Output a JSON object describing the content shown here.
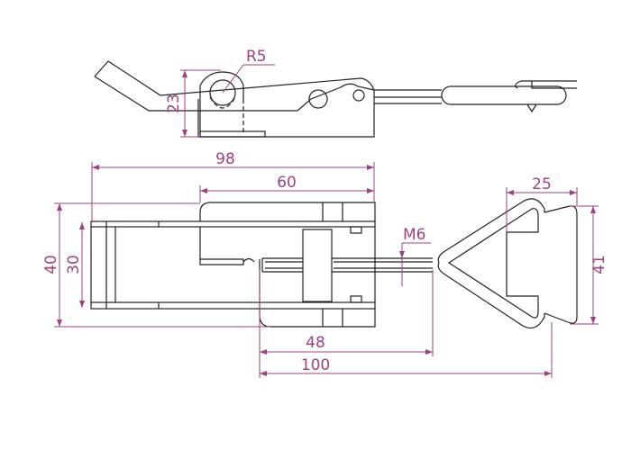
{
  "drawing": {
    "title": "Toggle latch technical drawing",
    "dimension_color": "#a0407f",
    "line_color": "#222222",
    "side_view": {
      "radius_label": "R5",
      "height_label": "23"
    },
    "top_view": {
      "overall_length_label": "98",
      "plate_length_label": "60",
      "outer_width_label": "40",
      "inner_width_label": "30",
      "thread_label": "M6",
      "rod_reach_label": "48",
      "total_reach_label": "100",
      "loop_length_label": "25",
      "loop_width_label": "41"
    }
  }
}
